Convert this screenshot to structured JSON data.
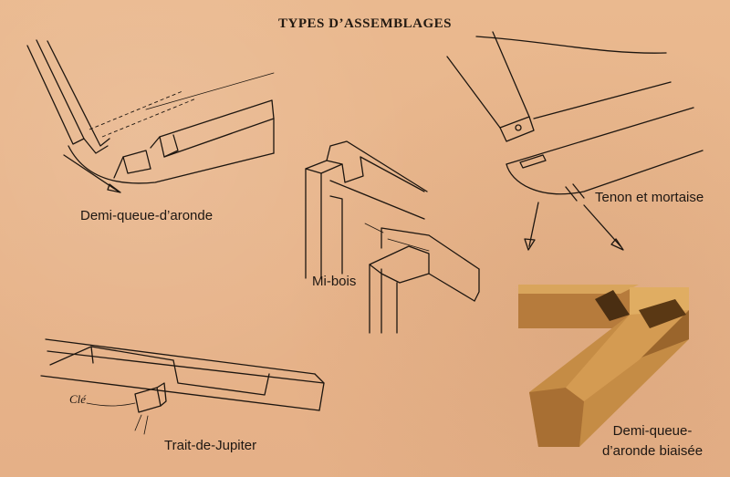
{
  "title": "TYPES D’ASSEMBLAGES",
  "labels": {
    "dovetail": "Demi-queue-d’aronde",
    "mortise": "Tenon et mortaise",
    "halflap": "Mi-bois",
    "jupiter": "Trait-de-Jupiter",
    "key": "Clé",
    "skew": "Demi-queue-\nd’aronde biaisée"
  },
  "colors": {
    "background": "#e8b48c",
    "ink": "#1d1610",
    "wood_light": "#d8a159",
    "wood_mid": "#c48a45",
    "wood_dark": "#8c5c27"
  }
}
